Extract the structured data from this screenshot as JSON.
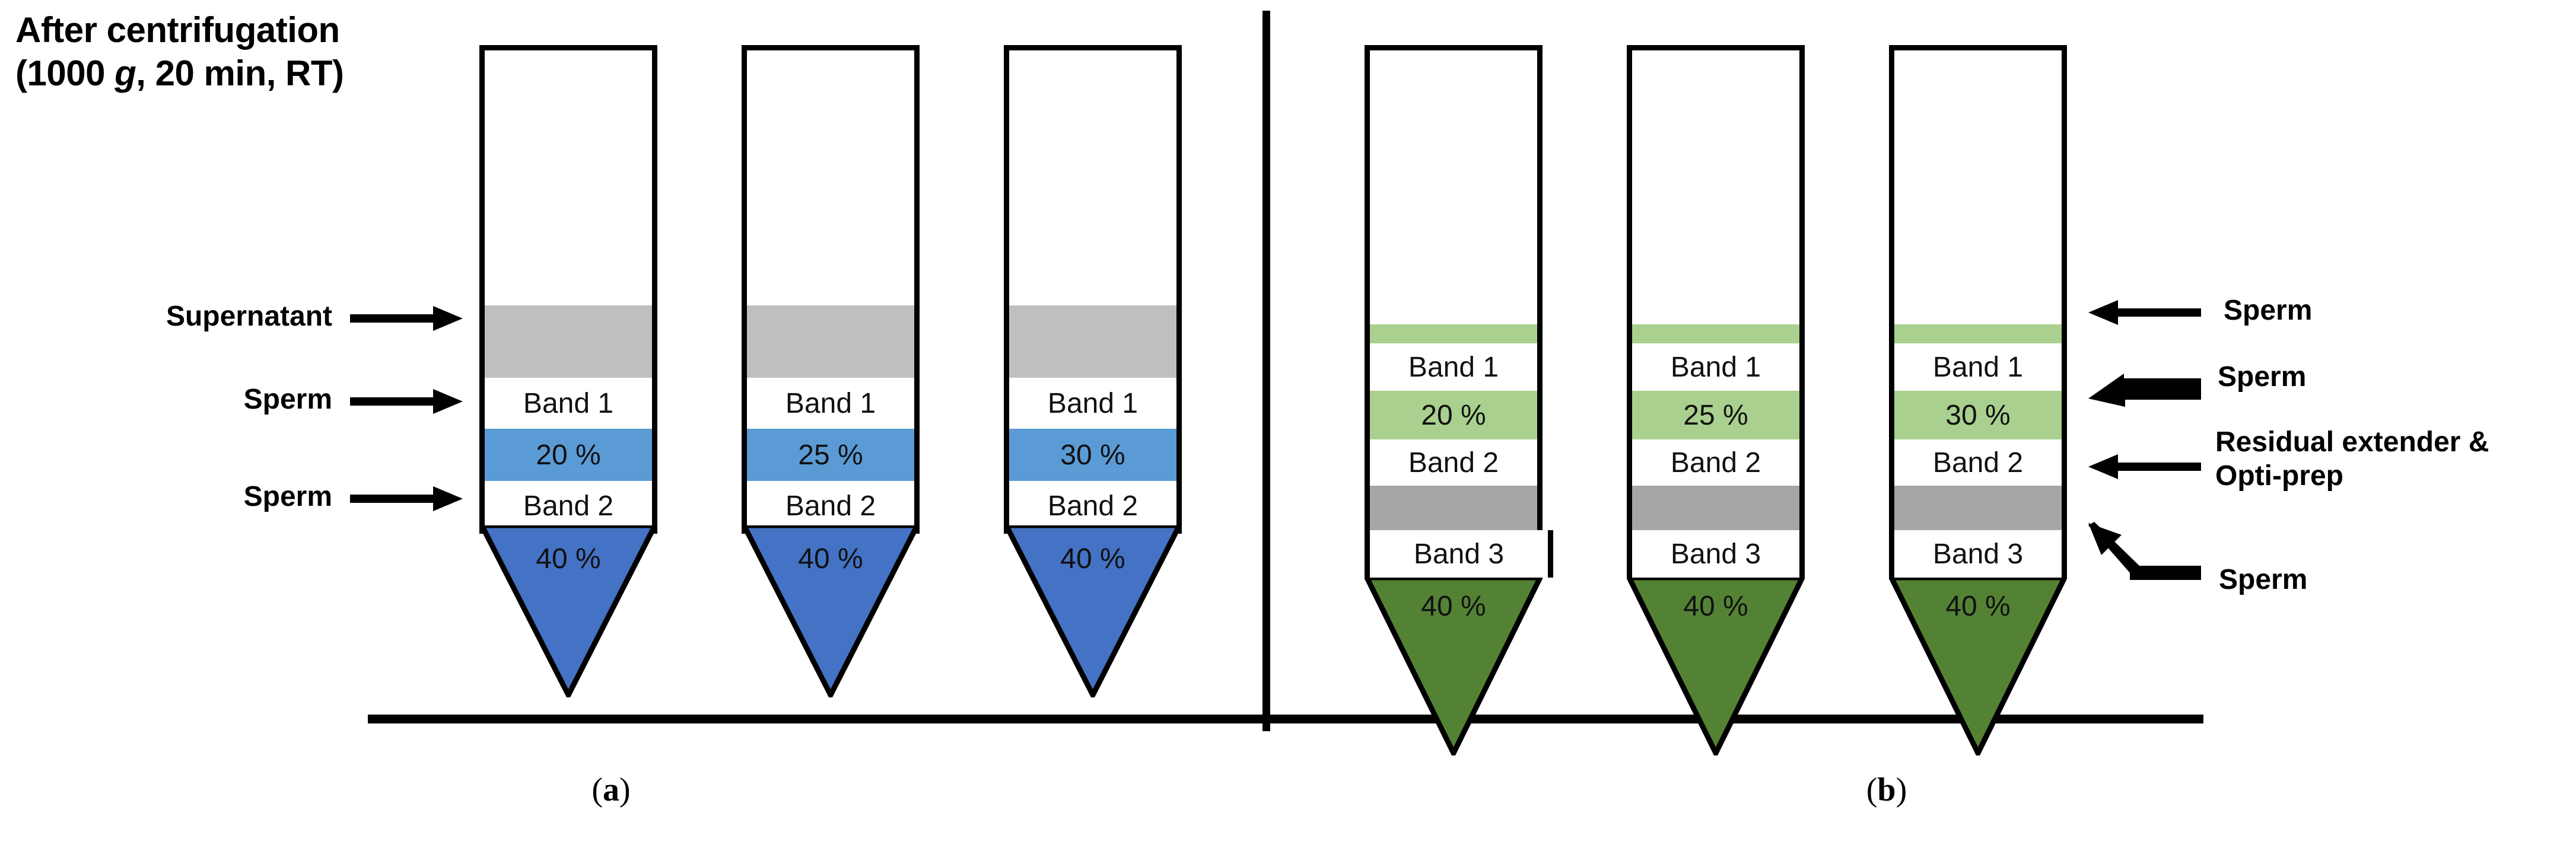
{
  "heading": {
    "line1": "After centrifugation",
    "line2_pre": "(1000 ",
    "line2_italic": "g",
    "line2_post": ", 20 min, RT)"
  },
  "panels": [
    {
      "id": "a",
      "caption": "(a)",
      "accent_light": "#5B9BD5",
      "accent_dark": "#4472C4",
      "supernatant_color": "#BFBFBF",
      "tubes": [
        {
          "name": "tube-a-1",
          "layers": [
            {
              "kind": "supernatant",
              "label": "",
              "color": "#BFBFBF"
            },
            {
              "kind": "band",
              "label": "Band 1",
              "color": "#FFFFFF"
            },
            {
              "kind": "gradient",
              "label": "20 %",
              "color": "#5B9BD5"
            },
            {
              "kind": "band",
              "label": "Band 2",
              "color": "#FFFFFF"
            },
            {
              "kind": "gradient",
              "label": "40 %",
              "color": "#4472C4"
            }
          ]
        },
        {
          "name": "tube-a-2",
          "layers": [
            {
              "kind": "supernatant",
              "label": "",
              "color": "#BFBFBF"
            },
            {
              "kind": "band",
              "label": "Band 1",
              "color": "#FFFFFF"
            },
            {
              "kind": "gradient",
              "label": "25 %",
              "color": "#5B9BD5"
            },
            {
              "kind": "band",
              "label": "Band 2",
              "color": "#FFFFFF"
            },
            {
              "kind": "gradient",
              "label": "40 %",
              "color": "#4472C4"
            }
          ]
        },
        {
          "name": "tube-a-3",
          "layers": [
            {
              "kind": "supernatant",
              "label": "",
              "color": "#BFBFBF"
            },
            {
              "kind": "band",
              "label": "Band 1",
              "color": "#FFFFFF"
            },
            {
              "kind": "gradient",
              "label": "30 %",
              "color": "#5B9BD5"
            },
            {
              "kind": "band",
              "label": "Band 2",
              "color": "#FFFFFF"
            },
            {
              "kind": "gradient",
              "label": "40 %",
              "color": "#4472C4"
            }
          ]
        }
      ]
    },
    {
      "id": "b",
      "caption": "(b)",
      "accent_light": "#A9D08E",
      "accent_dark": "#548235",
      "residual_color": "#A6A6A6",
      "tubes": [
        {
          "name": "tube-b-1",
          "layers": [
            {
              "kind": "thin-gradient",
              "label": "",
              "color": "#A9D08E"
            },
            {
              "kind": "band",
              "label": "Band 1",
              "color": "#FFFFFF"
            },
            {
              "kind": "gradient",
              "label": "20 %",
              "color": "#A9D08E"
            },
            {
              "kind": "band",
              "label": "Band 2",
              "color": "#FFFFFF"
            },
            {
              "kind": "residual",
              "label": "",
              "color": "#A6A6A6"
            },
            {
              "kind": "band",
              "label": "Band 3",
              "color": "#FFFFFF"
            },
            {
              "kind": "gradient",
              "label": "40 %",
              "color": "#548235"
            }
          ]
        },
        {
          "name": "tube-b-2",
          "layers": [
            {
              "kind": "thin-gradient",
              "label": "",
              "color": "#A9D08E"
            },
            {
              "kind": "band",
              "label": "Band 1",
              "color": "#FFFFFF"
            },
            {
              "kind": "gradient",
              "label": "25 %",
              "color": "#A9D08E"
            },
            {
              "kind": "band",
              "label": "Band 2",
              "color": "#FFFFFF"
            },
            {
              "kind": "residual",
              "label": "",
              "color": "#A6A6A6"
            },
            {
              "kind": "band",
              "label": "Band 3",
              "color": "#FFFFFF"
            },
            {
              "kind": "gradient",
              "label": "40 %",
              "color": "#548235"
            }
          ]
        },
        {
          "name": "tube-b-3",
          "layers": [
            {
              "kind": "thin-gradient",
              "label": "",
              "color": "#A9D08E"
            },
            {
              "kind": "band",
              "label": "Band 1",
              "color": "#FFFFFF"
            },
            {
              "kind": "gradient",
              "label": "30 %",
              "color": "#A9D08E"
            },
            {
              "kind": "band",
              "label": "Band 2",
              "color": "#FFFFFF"
            },
            {
              "kind": "residual",
              "label": "",
              "color": "#A6A6A6"
            },
            {
              "kind": "band",
              "label": "Band 3",
              "color": "#FFFFFF"
            },
            {
              "kind": "gradient",
              "label": "40 %",
              "color": "#548235"
            }
          ]
        }
      ]
    }
  ],
  "annotations_left": [
    {
      "name": "annotation-supernatant",
      "text": "Supernatant"
    },
    {
      "name": "annotation-sperm-band1",
      "text": "Sperm"
    },
    {
      "name": "annotation-sperm-band2",
      "text": "Sperm"
    }
  ],
  "annotations_right": [
    {
      "name": "annotation-sperm-b-band1",
      "line1": "Sperm",
      "line2": ""
    },
    {
      "name": "annotation-sperm-b-band2",
      "line1": "Sperm",
      "line2": ""
    },
    {
      "name": "annotation-residual-extender",
      "line1": "Residual extender &",
      "line2": "Opti-prep"
    },
    {
      "name": "annotation-sperm-b-band3",
      "line1": "Sperm",
      "line2": ""
    }
  ]
}
